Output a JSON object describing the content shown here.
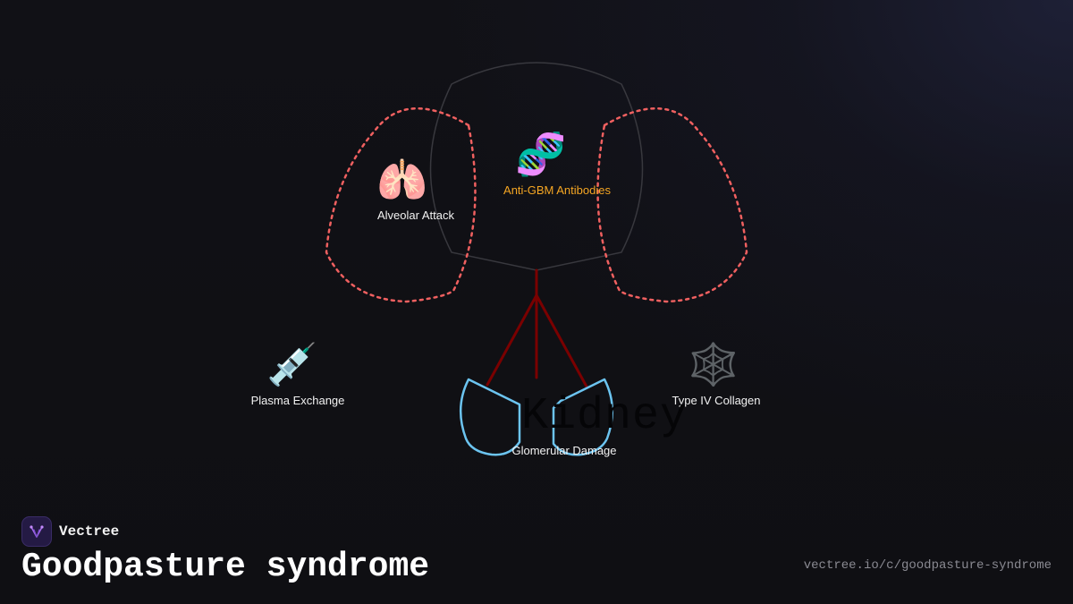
{
  "diagram": {
    "nodes": {
      "alveolar_attack": {
        "icon": "lungs-icon",
        "emoji": "🫁",
        "label": "Alveolar Attack"
      },
      "anti_gbm": {
        "icon": "dna-icon",
        "emoji": "🧬",
        "label": "Anti-GBM Antibodies"
      },
      "plasma_exchange": {
        "icon": "syringe-icon",
        "emoji": "💉",
        "label": "Plasma Exchange"
      },
      "type_iv_collagen": {
        "icon": "spider-web-icon",
        "emoji": "🕸️",
        "label": "Type IV Collagen"
      },
      "glomerular_damage": {
        "label": "Glomerular Damage"
      }
    },
    "organ_label": "Kidney",
    "colors": {
      "lung_outline": "#f06060",
      "kidney_outline": "#6cc4f0",
      "vessel": "#7a0000",
      "accent_label": "#f5a623",
      "torso_outline": "#3a3a40"
    }
  },
  "brand": {
    "name": "Vectree"
  },
  "title": "Goodpasture syndrome",
  "url": "vectree.io/c/goodpasture-syndrome"
}
